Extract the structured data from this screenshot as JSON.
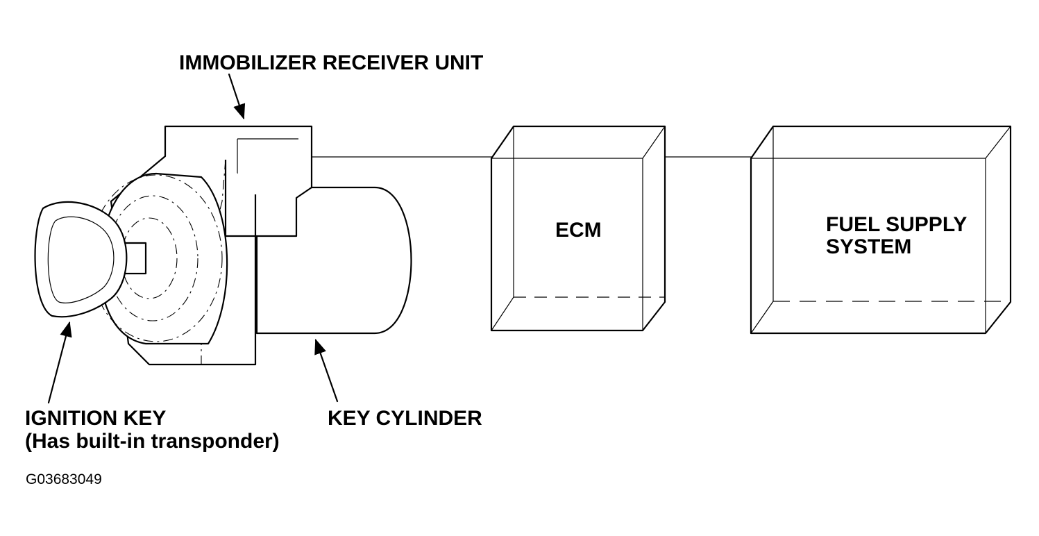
{
  "labels": {
    "immobilizer_receiver_unit": "IMMOBILIZER RECEIVER UNIT",
    "ignition_key_line1": "IGNITION KEY",
    "ignition_key_line2": "(Has built-in transponder)",
    "key_cylinder": "KEY CYLINDER",
    "ecm": "ECM",
    "fuel_supply_line1": "FUEL SUPPLY",
    "fuel_supply_line2": "SYSTEM",
    "figure_code": "G03683049"
  }
}
